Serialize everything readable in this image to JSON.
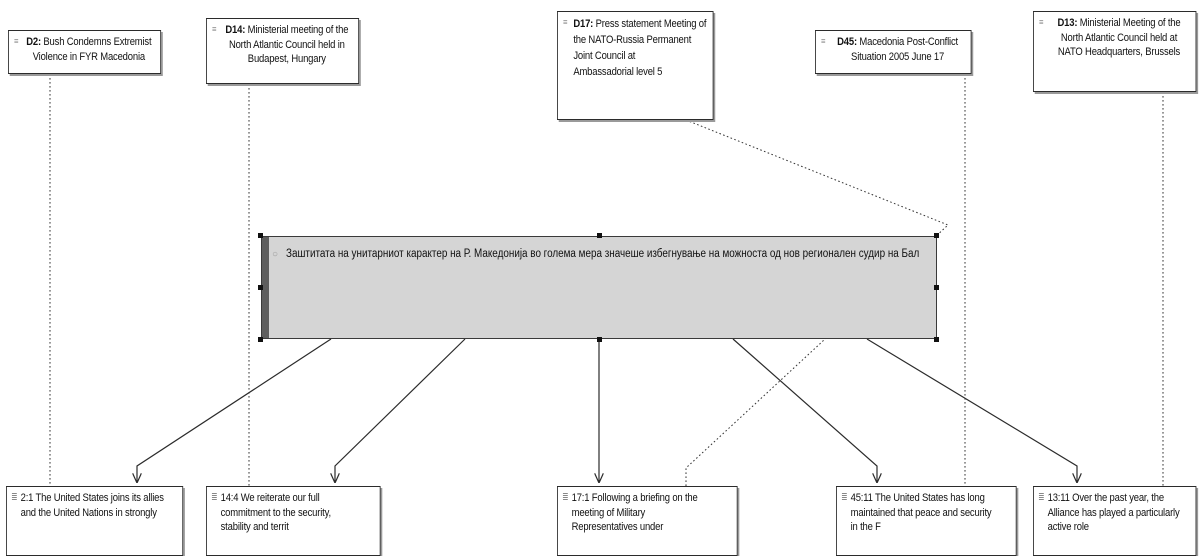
{
  "documents": [
    {
      "id": "d2",
      "code": "D2:",
      "title": "Bush Condemns Extremist Violence in FYR Macedonia",
      "lines": [
        "Bush Condemns Extremist",
        "Violence in FYR Macedonia"
      ]
    },
    {
      "id": "d14",
      "code": "D14:",
      "title": "Ministerial meeting of the North Atlantic Council held in Budapest, Hungary",
      "lines": [
        "Ministerial meeting of the",
        "North Atlantic Council held in",
        "Budapest, Hungary"
      ]
    },
    {
      "id": "d17",
      "code": "D17:",
      "title": "Press statement Meeting of the NATO-Russia Permanent Joint Council at Ambassadorial level 5",
      "lines": [
        "Press statement Meeting of",
        "the NATO-Russia Permanent",
        "Joint Council at",
        "Ambassadorial level 5"
      ]
    },
    {
      "id": "d45",
      "code": "D45:",
      "title": "Macedonia Post-Conflict Situation 2005 June 17",
      "lines": [
        "Macedonia Post-Conflict",
        "Situation 2005 June 17"
      ]
    },
    {
      "id": "d13",
      "code": "D13:",
      "title": "Ministerial Meeting of the North Atlantic Council held at NATO Headquarters, Brussels",
      "lines": [
        "Ministerial Meeting of the",
        "North Atlantic Council held at",
        "NATO Headquarters, Brussels"
      ]
    }
  ],
  "memo": {
    "text": "Заштитата на унитарниот карактер на Р. Македонија во голема мера значеше избегнување на можноста од нов регионален судир на Бал"
  },
  "quotations": [
    {
      "id": "q2",
      "lines": [
        "2:1 The United States joins its allies",
        "and the United Nations in strongly"
      ]
    },
    {
      "id": "q14",
      "lines": [
        "14:4 We reiterate our full",
        "commitment to the security,",
        "stability and territ"
      ]
    },
    {
      "id": "q17",
      "lines": [
        "17:1 Following a briefing on the",
        "meeting of Military",
        "Representatives under"
      ]
    },
    {
      "id": "q45",
      "lines": [
        "45:11 The United States has long",
        "maintained that peace and security",
        "in the F"
      ]
    },
    {
      "id": "q13",
      "lines": [
        "13:11 Over the past year, the",
        "Alliance has played a particularly",
        "active role"
      ]
    }
  ],
  "colors": {
    "arrow": "#2b2b2b",
    "memo_fill": "#d5d5d5",
    "memo_bar": "#5e5e5e",
    "box_border": "#2b2b2b"
  },
  "icons": {
    "document": "document-icon",
    "quotation": "quotation-icon",
    "memo": "memo-icon"
  }
}
